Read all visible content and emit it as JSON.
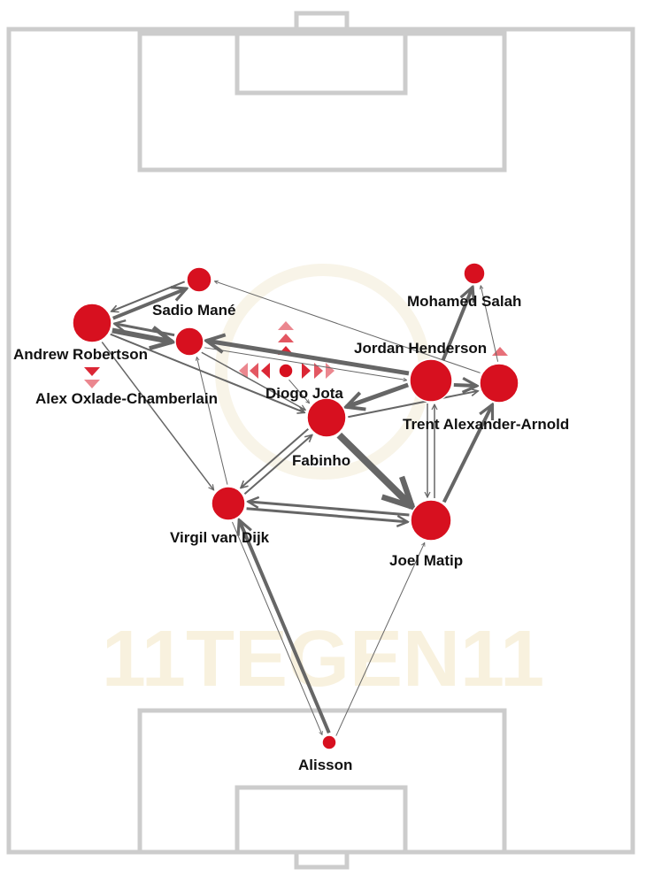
{
  "title": "Passing network",
  "watermark": "11TEGEN11",
  "colors": {
    "node": "#d7101f",
    "edge": "#666666",
    "pitch_line": "#cccccc",
    "marker": "#e8737b"
  },
  "nodes": [
    {
      "id": "robertson",
      "name": "Andrew Robertson",
      "size": 22
    },
    {
      "id": "mane",
      "name": "Sadio Mané",
      "size": 14
    },
    {
      "id": "aoc",
      "name": "Alex Oxlade-Chamberlain",
      "size": 16
    },
    {
      "id": "jota",
      "name": "Diogo Jota",
      "size": 8
    },
    {
      "id": "fabinho",
      "name": "Fabinho",
      "size": 22
    },
    {
      "id": "henderson",
      "name": "Jordan Henderson",
      "size": 24
    },
    {
      "id": "taa",
      "name": "Trent Alexander-Arnold",
      "size": 22
    },
    {
      "id": "salah",
      "name": "Mohamed Salah",
      "size": 12
    },
    {
      "id": "vvd",
      "name": "Virgil van Dijk",
      "size": 19
    },
    {
      "id": "matip",
      "name": "Joel Matip",
      "size": 23
    },
    {
      "id": "alisson",
      "name": "Alisson",
      "size": 8
    }
  ],
  "edges": [
    {
      "from": "robertson",
      "to": "mane",
      "weight": 4
    },
    {
      "from": "mane",
      "to": "robertson",
      "weight": 2
    },
    {
      "from": "robertson",
      "to": "aoc",
      "weight": 6
    },
    {
      "from": "aoc",
      "to": "robertson",
      "weight": 3
    },
    {
      "from": "robertson",
      "to": "fabinho",
      "weight": 2
    },
    {
      "from": "robertson",
      "to": "vvd",
      "weight": 1.5
    },
    {
      "from": "henderson",
      "to": "aoc",
      "weight": 5
    },
    {
      "from": "taa",
      "to": "mane",
      "weight": 1
    },
    {
      "from": "aoc",
      "to": "fabinho",
      "weight": 1.5
    },
    {
      "from": "aoc",
      "to": "henderson",
      "weight": 1
    },
    {
      "from": "jota",
      "to": "fabinho",
      "weight": 1
    },
    {
      "from": "henderson",
      "to": "salah",
      "weight": 4
    },
    {
      "from": "taa",
      "to": "salah",
      "weight": 1
    },
    {
      "from": "henderson",
      "to": "taa",
      "weight": 4
    },
    {
      "from": "fabinho",
      "to": "taa",
      "weight": 2
    },
    {
      "from": "henderson",
      "to": "fabinho",
      "weight": 5
    },
    {
      "from": "fabinho",
      "to": "matip",
      "weight": 8
    },
    {
      "from": "fabinho",
      "to": "vvd",
      "weight": 2
    },
    {
      "from": "vvd",
      "to": "fabinho",
      "weight": 2
    },
    {
      "from": "vvd",
      "to": "matip",
      "weight": 3
    },
    {
      "from": "matip",
      "to": "vvd",
      "weight": 3
    },
    {
      "from": "matip",
      "to": "taa",
      "weight": 4
    },
    {
      "from": "matip",
      "to": "henderson",
      "weight": 1.5
    },
    {
      "from": "henderson",
      "to": "matip",
      "weight": 1.5
    },
    {
      "from": "vvd",
      "to": "aoc",
      "weight": 1
    },
    {
      "from": "alisson",
      "to": "vvd",
      "weight": 4
    },
    {
      "from": "vvd",
      "to": "alisson",
      "weight": 1
    },
    {
      "from": "alisson",
      "to": "matip",
      "weight": 1
    }
  ]
}
